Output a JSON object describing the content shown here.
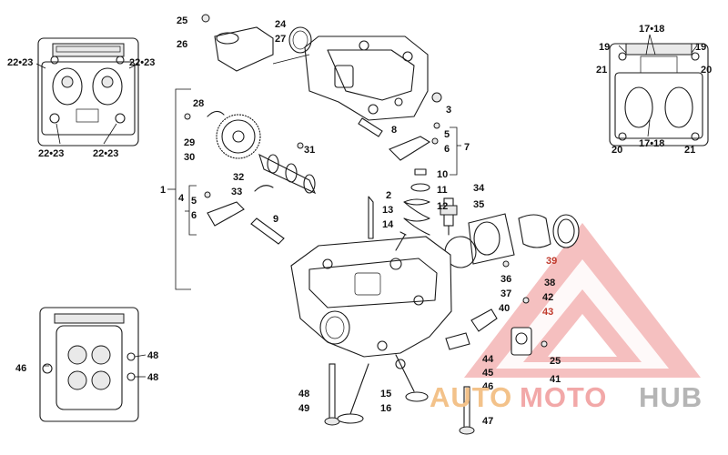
{
  "colors": {
    "ink": "#1a1a1a",
    "accent_red": "#c0392b",
    "logo_red": "#f2a8a8",
    "logo_orange": "#f3c28a",
    "logo_gray": "#b5b5b5"
  },
  "brand": {
    "part1": "AUTO",
    "part2": "MOTO",
    "part3": "HUB"
  },
  "callouts": {
    "c25a": "25",
    "c26": "26",
    "c24": "24",
    "c27": "27",
    "c3": "3",
    "c28": "28",
    "c29": "29",
    "c30": "30",
    "c31": "31",
    "c32": "32",
    "c33": "33",
    "c8": "8",
    "c5a": "5",
    "c6a": "6",
    "c7": "7",
    "c10": "10",
    "c11": "11",
    "c12": "12",
    "c1": "1",
    "c4": "4",
    "c5b": "5",
    "c6b": "6",
    "c9": "9",
    "c2": "2",
    "c13": "13",
    "c14": "14",
    "c34": "34",
    "c35": "35",
    "c36": "36",
    "c37": "37",
    "c38": "38",
    "c39": "39",
    "c40": "40",
    "c42": "42",
    "c43": "43",
    "c44": "44",
    "c45": "45",
    "c46b": "46",
    "c47": "47",
    "c25b": "25",
    "c41": "41",
    "c48a": "48",
    "c49": "49",
    "c15": "15",
    "c16": "16",
    "tl_2223_a": "22•23",
    "tl_2223_b": "22•23",
    "tl_2223_c": "22•23",
    "tl_2223_d": "22•23",
    "tr_1718_top": "17•18",
    "tr_19a": "19",
    "tr_19b": "19",
    "tr_21a": "21",
    "tr_20a": "20",
    "tr_20b": "20",
    "tr_1718_bot": "17•18",
    "tr_21b": "21",
    "bl_46": "46",
    "bl_48a": "48",
    "bl_48b": "48"
  }
}
